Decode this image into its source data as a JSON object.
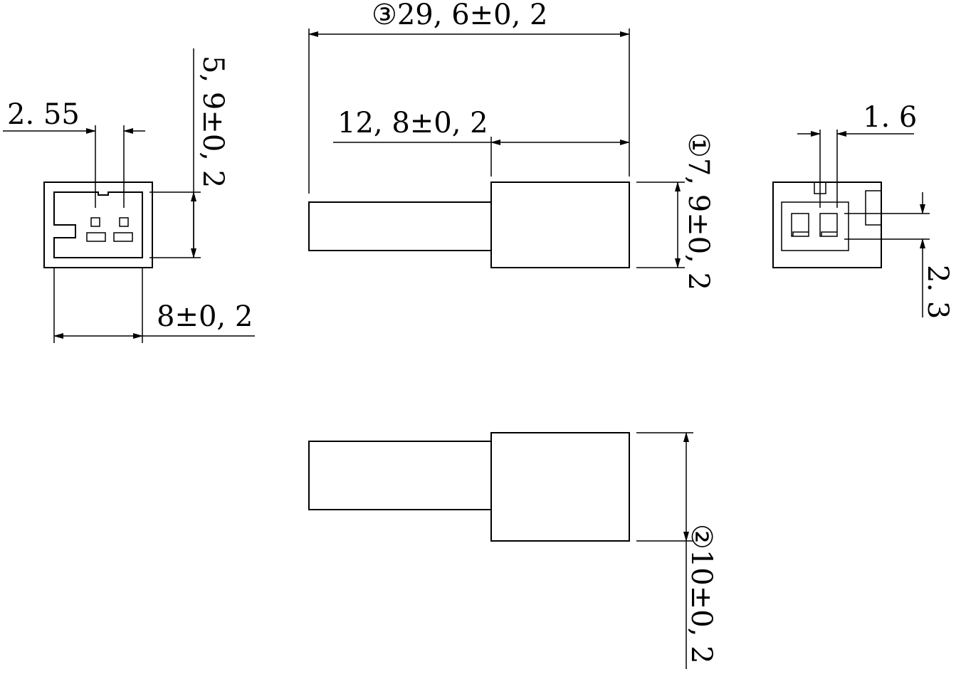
{
  "dimensions": {
    "pitch": "2. 55",
    "height_front": "5, 9±0, 2",
    "width_front": "8±0, 2",
    "overall_length": "③29, 6±0, 2",
    "body_length": "12, 8±0, 2",
    "body_height": "①7, 9±0, 2",
    "body_width_bottom": "②10±0, 2",
    "slot_width": "1. 6",
    "slot_height": "2. 3"
  }
}
